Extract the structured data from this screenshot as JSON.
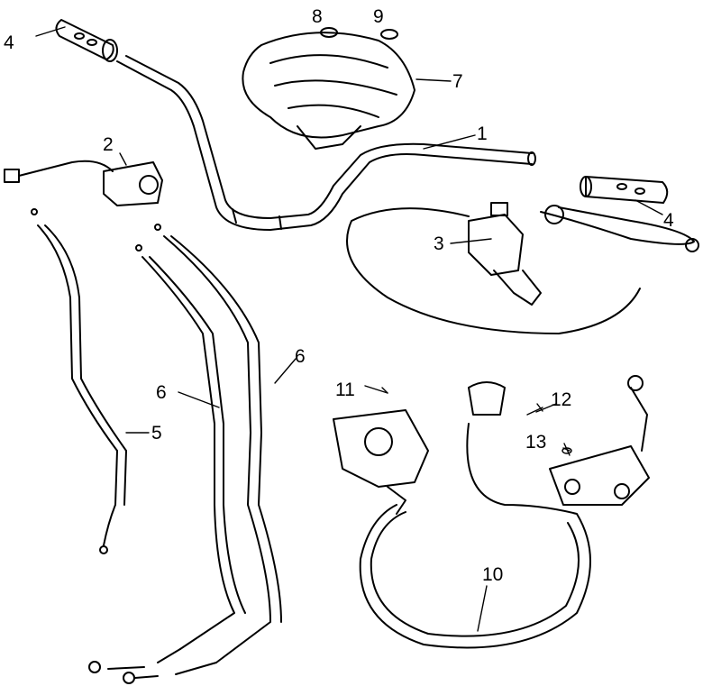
{
  "diagram": {
    "callouts": {
      "handlebar": "1",
      "switch_assembly": "2",
      "brake_lever_assembly": "3",
      "grip_left": "4",
      "grip_right": "4",
      "cable_5": "5",
      "cable_6a": "6",
      "cable_6b": "6",
      "cover": "7",
      "nut_8": "8",
      "nut_9": "9",
      "brake_hose": "10",
      "bolt_11": "11",
      "bolt_12": "12",
      "bolt_13": "13"
    }
  }
}
